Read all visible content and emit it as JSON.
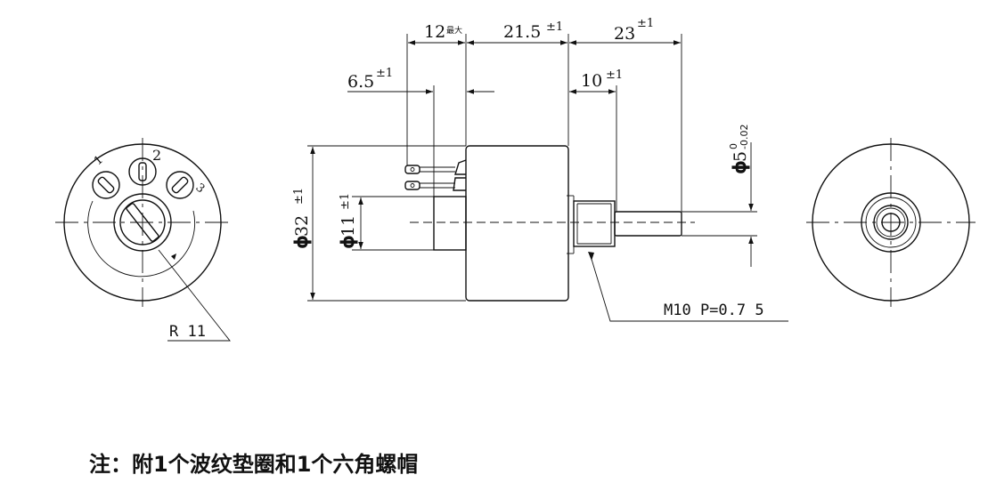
{
  "dimensions": {
    "terminal_length": "12",
    "terminal_length_note": "最大",
    "body_length": "21.5",
    "body_length_tol": "±1",
    "shaft_length": "23",
    "shaft_length_tol": "±1",
    "terminal_offset": "6.5",
    "terminal_offset_tol": "±1",
    "bushing_length": "10",
    "bushing_length_tol": "±1",
    "body_diameter_symbol": "ϕ",
    "body_diameter": "32",
    "body_diameter_tol": "±1",
    "boss_diameter_symbol": "ϕ",
    "boss_diameter": "11",
    "boss_diameter_tol": "±1",
    "shaft_diameter_symbol": "ϕ",
    "shaft_diameter": "5",
    "shaft_diameter_tol_upper": "0",
    "shaft_diameter_tol_lower": "-0.02",
    "thread": "M10 P=0.7 5",
    "radius": "R 11"
  },
  "terminals": [
    "1",
    "2",
    "3"
  ],
  "note": "注：附1个波纹垫圈和1个六角螺帽"
}
